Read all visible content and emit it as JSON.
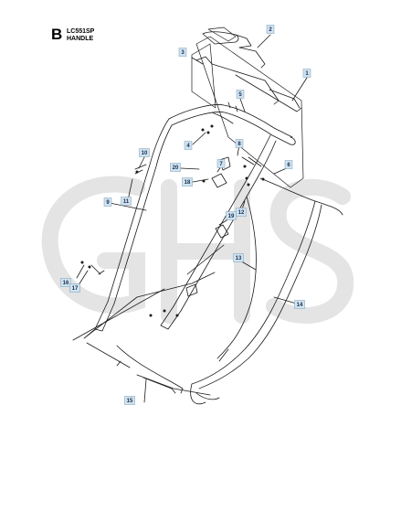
{
  "header": {
    "section_letter": "B",
    "model": "LC551SP",
    "title": "HANDLE"
  },
  "watermark": {
    "text": "GHS",
    "color": "#e6e6e6"
  },
  "callout_style": {
    "box_fill": "#cfe3f1",
    "box_stroke": "#7a9bb5",
    "text_color": "#1a2a4a"
  },
  "callouts": [
    {
      "label": "1"
    },
    {
      "label": "2"
    },
    {
      "label": "3"
    },
    {
      "label": "4"
    },
    {
      "label": "5"
    },
    {
      "label": "6"
    },
    {
      "label": "7"
    },
    {
      "label": "8"
    },
    {
      "label": "9"
    },
    {
      "label": "10"
    },
    {
      "label": "11"
    },
    {
      "label": "12"
    },
    {
      "label": "13"
    },
    {
      "label": "14"
    },
    {
      "label": "15"
    },
    {
      "label": "16"
    },
    {
      "label": "17"
    },
    {
      "label": "18"
    },
    {
      "label": "19"
    },
    {
      "label": "20"
    }
  ]
}
